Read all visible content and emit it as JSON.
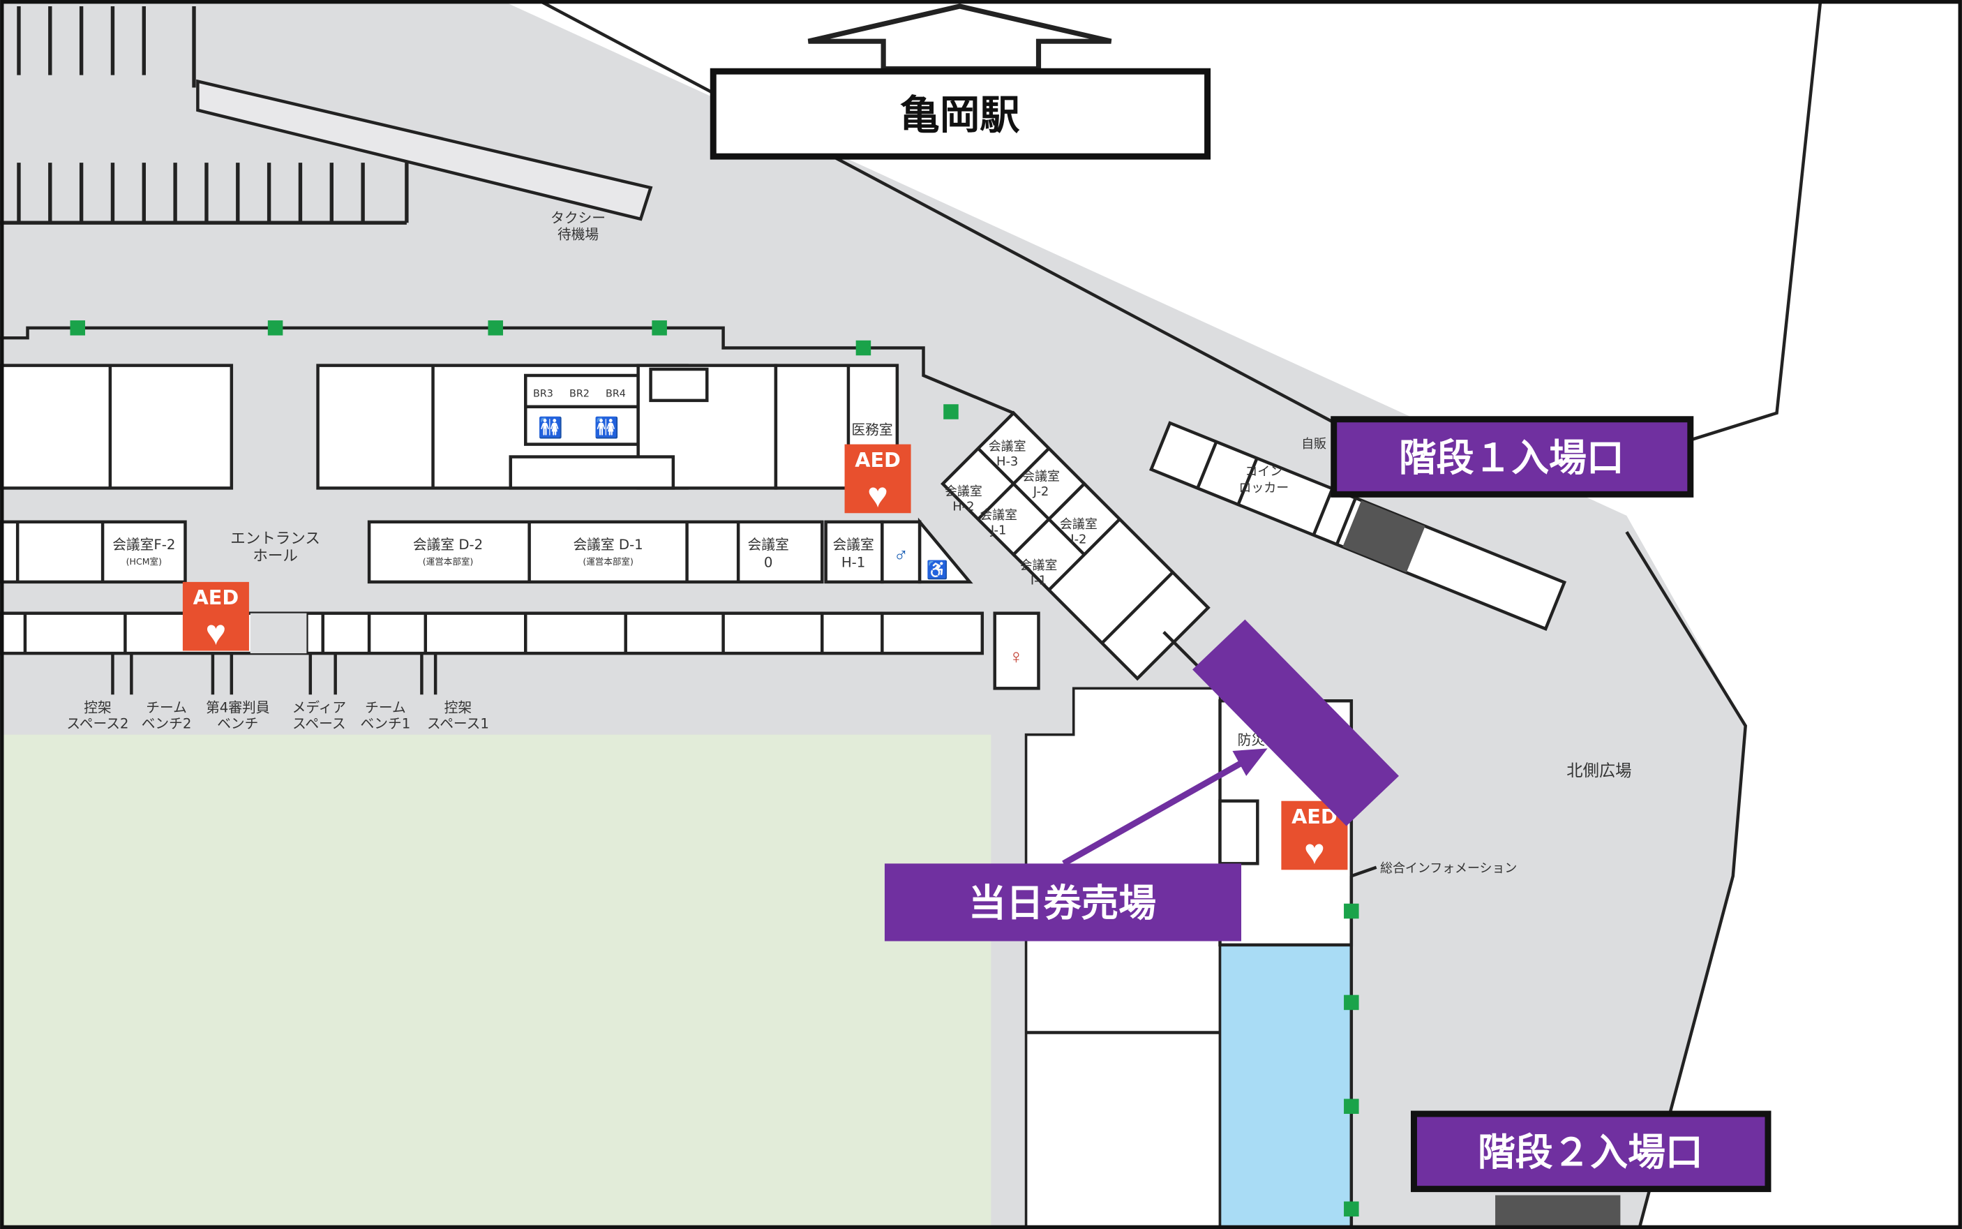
{
  "station": {
    "label": "亀岡駅"
  },
  "taxi": {
    "line1": "タクシー",
    "line2": "待機場"
  },
  "rooms": {
    "entrance_hall": {
      "line1": "エントランス",
      "line2": "ホール"
    },
    "f2": {
      "line1": "会議室F-2",
      "line2": "(HCM室)"
    },
    "d2": {
      "line1": "会議室 D-2",
      "line2": "(運営本部室)"
    },
    "d1": {
      "line1": "会議室 D-1",
      "line2": "(運営本部室)"
    },
    "room0": {
      "line1": "会議室",
      "line2": "0"
    },
    "h1": {
      "line1": "会議室",
      "line2": "H-1"
    },
    "h2": {
      "line1": "会議室",
      "line2": "H-2"
    },
    "h3": {
      "line1": "会議室",
      "line2": "H-3"
    },
    "j1": {
      "line1": "会議室",
      "line2": "J-1"
    },
    "j2": {
      "line1": "会議室",
      "line2": "J-2"
    },
    "i1": {
      "line1": "会議室",
      "line2": "I-1"
    },
    "i2": {
      "line1": "会議室",
      "line2": "I-2"
    },
    "medical": "医務室",
    "coin_locker": {
      "line1": "コイン",
      "line2": "ロッカー"
    },
    "vending": "自販",
    "bosai": "防災",
    "north_plaza": "北側広場",
    "info": "総合インフォメーション",
    "small_rooms": [
      "BR3",
      "BR2",
      "BR4"
    ]
  },
  "bench_labels": [
    {
      "line1": "控架",
      "line2": "スペース2"
    },
    {
      "line1": "チーム",
      "line2": "ベンチ2"
    },
    {
      "line1": "第4審判員",
      "line2": "ベンチ"
    },
    {
      "line1": "メディア",
      "line2": "スペース"
    },
    {
      "line1": "チーム",
      "line2": "ベンチ1"
    },
    {
      "line1": "控架",
      "line2": "スペース1"
    }
  ],
  "aed": {
    "label": "AED",
    "color": "#e8502e"
  },
  "callouts": {
    "stairs1": "階段１入場口",
    "stairs2": "階段２入場口",
    "ticket": "当日券売場",
    "color": "#7030a0"
  },
  "colors": {
    "floor": "#dcdddf",
    "pitch": "#e2ecd9",
    "water": "#a9dcf5",
    "exit": "#1aa34a"
  }
}
